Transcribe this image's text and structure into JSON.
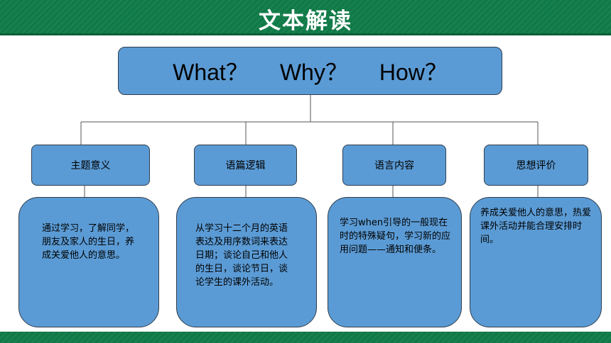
{
  "header": {
    "title": "文本解读"
  },
  "root": {
    "questions": [
      "What？",
      "Why？",
      "How？"
    ]
  },
  "categories": [
    {
      "label": "主题意义",
      "detail": "通过学习，了解同学，朋友及家人的生日，养成关爱他人的意思。"
    },
    {
      "label": "语篇逻辑",
      "detail": "从学习十二个月的英语表达及用序数词来表达日期；谈论自己和他人的生日，谈论节日，谈论学生的课外活动。"
    },
    {
      "label": "语言内容",
      "detail": "学习when引导的一般现在时的特殊疑句，学习新的应用问题——通知和便条。"
    },
    {
      "label": "思想评价",
      "detail": "养成关爱他人的意思，热爱课外活动并能合理安排时间。"
    }
  ],
  "colors": {
    "header_green": "#0f7a47",
    "box_blue": "#5b9bd5",
    "line": "#555555"
  }
}
